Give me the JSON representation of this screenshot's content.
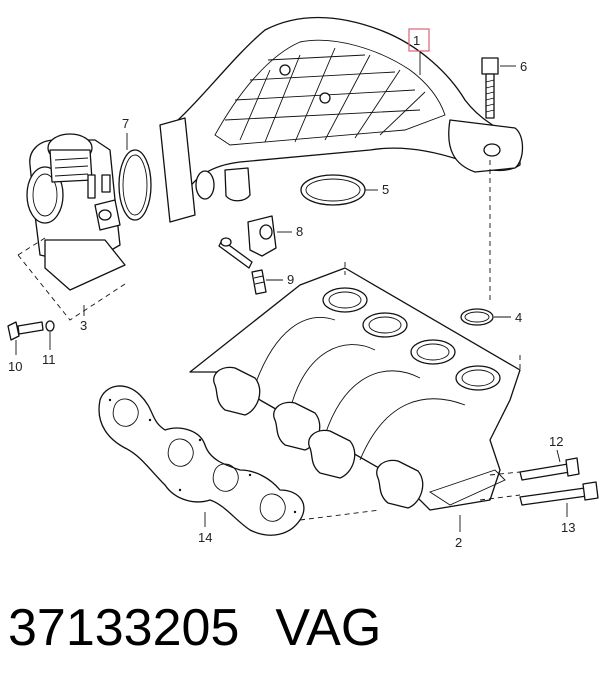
{
  "callouts": {
    "c1": "1",
    "c2": "2",
    "c3": "3",
    "c4": "4",
    "c5": "5",
    "c6": "6",
    "c7": "7",
    "c8": "8",
    "c9": "9",
    "c10": "10",
    "c11": "11",
    "c12": "12",
    "c13": "13",
    "c14": "14"
  },
  "caption": {
    "part_number": "37133205",
    "brand": "VAG"
  },
  "colors": {
    "highlight_box": "#e0607a",
    "ink": "#111111"
  }
}
